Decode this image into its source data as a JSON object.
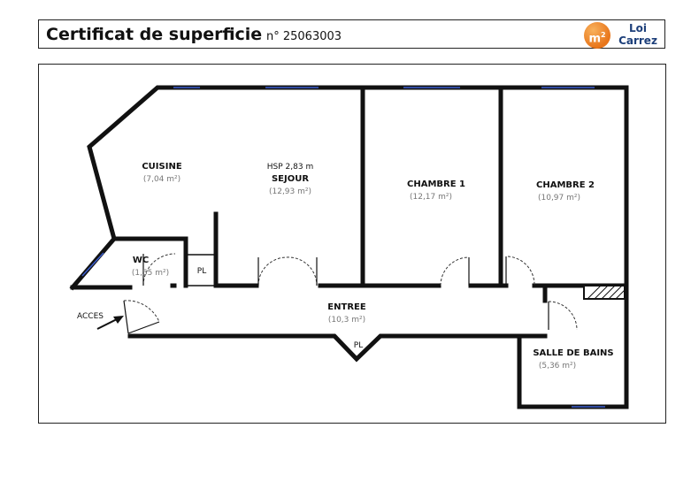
{
  "header": {
    "title": "Certificat de superficie",
    "cert_number": "n° 25063003",
    "badge_icon": "m2-icon",
    "badge_text": "m",
    "badge_sup": "2",
    "law_line1": "Loi",
    "law_line2": "Carrez"
  },
  "colors": {
    "wall": "#111111",
    "window": "#3b5ed0",
    "badge": "#e8751a"
  },
  "rooms": {
    "cuisine": {
      "name": "CUISINE",
      "area": "(7,04 m²)"
    },
    "sejour": {
      "hsp": "HSP 2,83 m",
      "name": "SEJOUR",
      "area": "(12,93 m²)"
    },
    "chambre1": {
      "name": "CHAMBRE 1",
      "area": "(12,17 m²)"
    },
    "chambre2": {
      "name": "CHAMBRE 2",
      "area": "(10,97 m²)"
    },
    "wc": {
      "name": "WC",
      "area": "(1,55 m²)"
    },
    "pl1": {
      "name": "PL"
    },
    "entree": {
      "name": "ENTREE",
      "area": "(10,3 m²)"
    },
    "pl2": {
      "name": "PL"
    },
    "sdb": {
      "name": "SALLE DE BAINS",
      "area": "(5,36 m²)"
    },
    "acces": {
      "name": "ACCES"
    }
  }
}
